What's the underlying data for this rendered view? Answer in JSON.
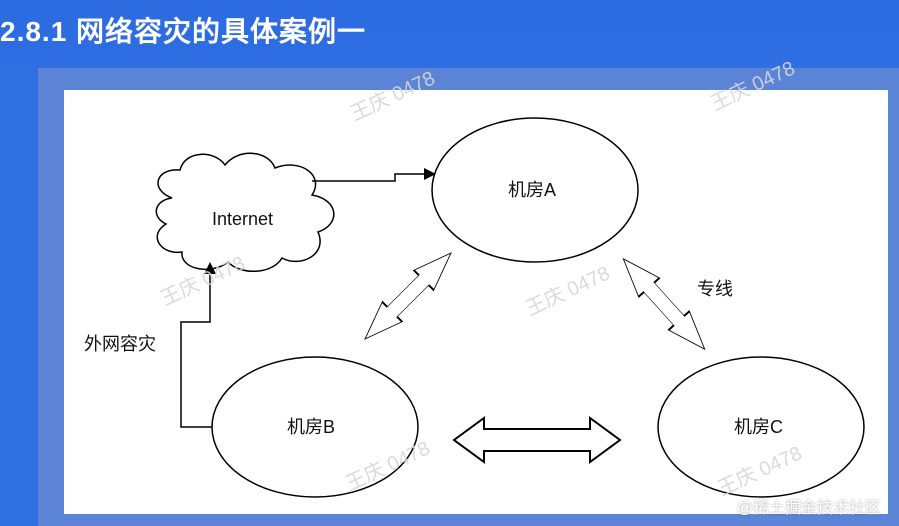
{
  "header": {
    "title": "2.8.1 网络容灾的具体案例一"
  },
  "diagram": {
    "nodes": {
      "internet": "Internet",
      "room_a": "机房A",
      "room_b": "机房B",
      "room_c": "机房C"
    },
    "edges": {
      "dedicated_line": "专线",
      "external_dr": "外网容灾"
    },
    "watermark": "王庆 0478"
  },
  "footer": {
    "site_watermark": "@稀土掘金技术社区"
  },
  "colors": {
    "title_bar": "#2f6fe0",
    "frame": "#5b83d6",
    "canvas": "#ffffff",
    "stroke": "#000000"
  }
}
